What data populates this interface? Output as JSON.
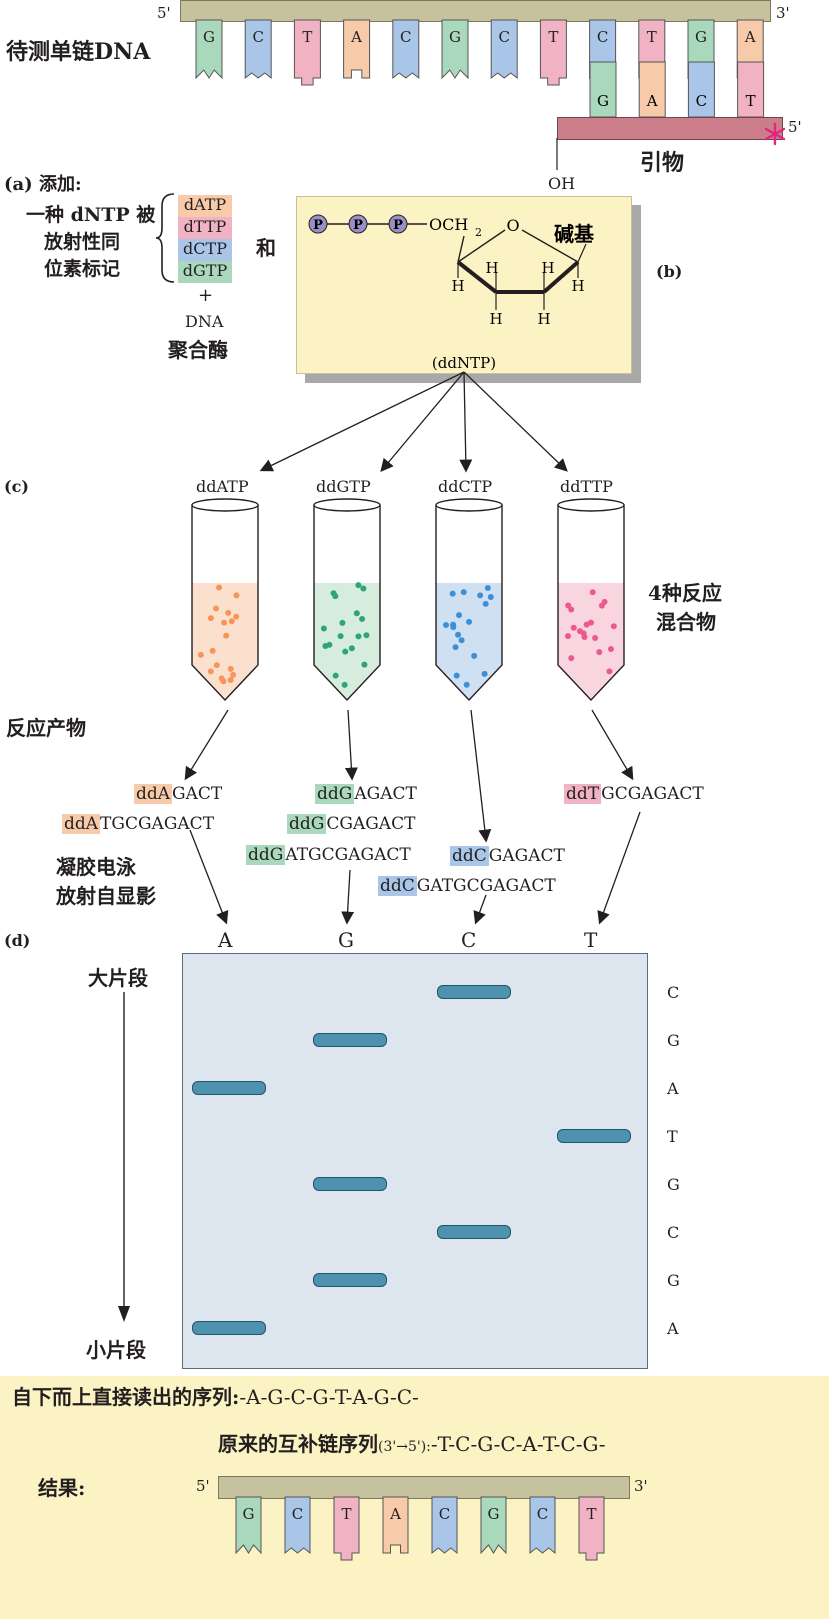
{
  "template": {
    "title": "待测单链DNA",
    "end5": "5'",
    "end3": "3'",
    "bases": [
      "G",
      "C",
      "T",
      "A",
      "C",
      "G",
      "C",
      "T",
      "C",
      "T",
      "G",
      "A"
    ],
    "primer_bases": [
      "G",
      "A",
      "C",
      "T"
    ],
    "primer_label": "引物",
    "primer_end5": "5'",
    "oh": "OH"
  },
  "add": {
    "label": "(a) 添加:",
    "desc": [
      "一种 dNTP 被",
      "放射性同",
      "位素标记"
    ],
    "dntps": [
      "dATP",
      "dTTP",
      "dCTP",
      "dGTP"
    ],
    "plus": "+",
    "dna": "DNA",
    "enzyme": "聚合酶",
    "and": "和"
  },
  "ddntp": {
    "panel": "(b)",
    "name": "(ddNTP)",
    "base_label": "碱基",
    "p": "P",
    "och2": "OCH",
    "sub2": "2",
    "o": "O",
    "h": "H"
  },
  "tubes": {
    "panel": "(c)",
    "names": [
      "ddATP",
      "ddGTP",
      "ddCTP",
      "ddTTP"
    ],
    "mix_label": [
      "4种反应",
      "混合物"
    ]
  },
  "products": {
    "label": "反应产物",
    "electro": [
      "凝胶电泳",
      "放射自显影"
    ],
    "A": [
      {
        "dd": "ddA",
        "rest": "GACT"
      },
      {
        "dd": "ddA",
        "rest": "TGCGAGACT"
      }
    ],
    "G": [
      {
        "dd": "ddG",
        "rest": "AGACT"
      },
      {
        "dd": "ddG",
        "rest": "CGAGACT"
      },
      {
        "dd": "ddG",
        "rest": "ATGCGAGACT"
      }
    ],
    "C": [
      {
        "dd": "ddC",
        "rest": "GAGACT"
      },
      {
        "dd": "ddC",
        "rest": "GATGCGAGACT"
      }
    ],
    "T": [
      {
        "dd": "ddT",
        "rest": "GCGAGACT"
      }
    ]
  },
  "gel": {
    "panel": "(d)",
    "lanes": [
      "A",
      "G",
      "C",
      "T"
    ],
    "large": "大片段",
    "small": "小片段",
    "read": [
      "C",
      "G",
      "A",
      "T",
      "G",
      "C",
      "G",
      "A"
    ],
    "bands_top_to_bottom": [
      "C",
      "G",
      "A",
      "T",
      "G",
      "C",
      "G",
      "A"
    ]
  },
  "result": {
    "line1_label": "自下而上直接读出的序列:",
    "line1_seq": "-A-G-C-G-T-A-G-C-",
    "line2_label": "原来的互补链序列",
    "line2_dir": "(3'→5'):",
    "line2_seq": "-T-C-G-C-A-T-C-G-",
    "label": "结果:",
    "end5": "5'",
    "end3": "3'",
    "bases": [
      "G",
      "C",
      "T",
      "A",
      "C",
      "G",
      "C",
      "T"
    ]
  },
  "colors": {
    "A": "#f7cba9",
    "T": "#f1b3c3",
    "G": "#a9d8bd",
    "C": "#a9c6e8",
    "primer": "#cc7d8a",
    "bar": "#c6c29d",
    "panel": "#fbf3c3",
    "gel": "#dde6ef",
    "band": "#4e92ad",
    "star": "#e6237d",
    "dot_A": "#f5955a",
    "dot_G": "#2fa37a",
    "dot_C": "#3d8fd6",
    "dot_T": "#ea5a8c",
    "liquid_A": "#fbe1cd",
    "liquid_G": "#d6ecdd",
    "liquid_C": "#cfe0f3",
    "liquid_T": "#f9d5e0"
  }
}
